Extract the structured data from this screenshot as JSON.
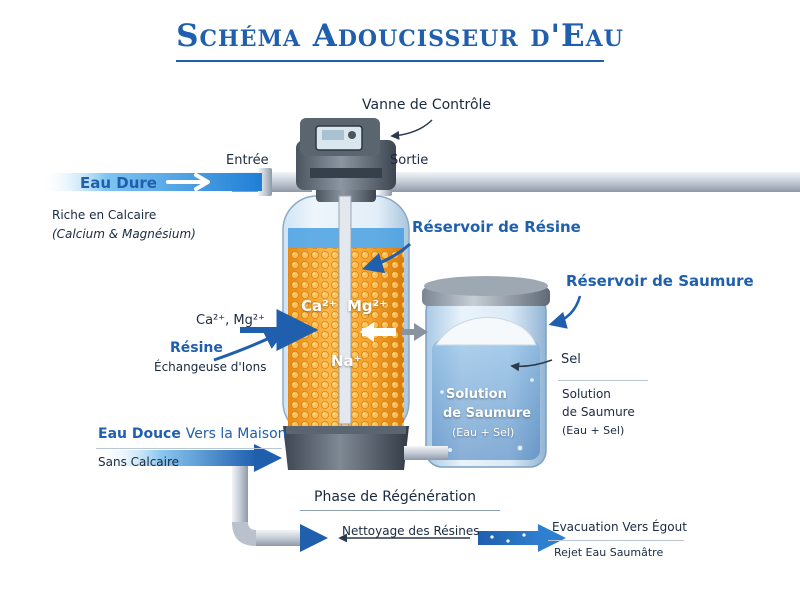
{
  "title": "Schéma Adoucisseur d'Eau",
  "labels": {
    "control_valve": "Vanne de Contrôle",
    "inlet": "Entrée",
    "outlet": "Sortie",
    "hard_water": "Eau Dure",
    "hard_water_desc1": "Riche en Calcaire",
    "hard_water_desc2": "(Calcium & Magnésium)",
    "resin_tank": "Réservoir de Résine",
    "brine_tank": "Réservoir de Saumure",
    "ions_in": "Ca²⁺, Mg²⁺",
    "resin": "Résine",
    "resin_desc": "Échangeuse d'Ions",
    "tank_ca": "Ca²⁺",
    "tank_mg": "Mg²⁺",
    "tank_na": "Na⁺",
    "salt": "Sel",
    "brine_solution1": "Solution",
    "brine_solution2": "de Saumure",
    "brine_solution3": "(Eau + Sel)",
    "in_tank_solution1": "Solution",
    "in_tank_solution2": "de Saumure",
    "in_tank_solution3": "(Eau + Sel)",
    "soft_water_1": "Eau Douce",
    "soft_water_2": "Vers la Maison",
    "soft_water_desc": "Sans Calcaire",
    "regeneration": "Phase de Régénération",
    "resin_cleaning": "Nettoyage des Résines",
    "drain": "Evacuation Vers Égout",
    "brine_reject": "Rejet Eau Saumâtre"
  },
  "colors": {
    "accent_blue": "#1f5fae",
    "resin_orange": "#f29a1e",
    "pipe_grey": "#c9d1da"
  }
}
